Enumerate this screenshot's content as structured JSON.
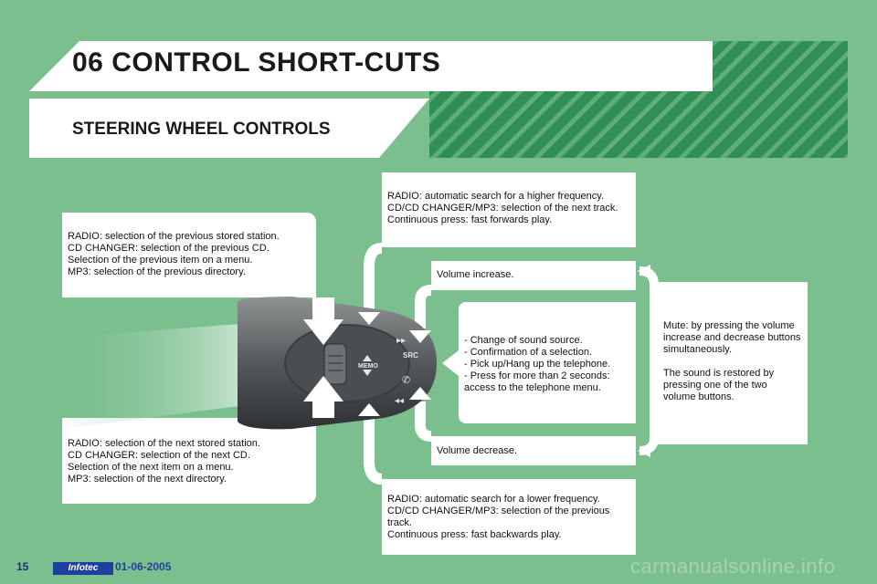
{
  "header": {
    "title": "06 CONTROL SHORT-CUTS",
    "subtitle": "STEERING WHEEL CONTROLS"
  },
  "callouts": {
    "top_left": "RADIO: selection of the previous stored station.\nCD CHANGER: selection of the previous CD.\nSelection of the previous item on a menu.\nMP3: selection of the previous directory.",
    "bottom_left": "RADIO: selection of the next stored station.\nCD CHANGER: selection of the next CD.\nSelection of the next item on a menu.\nMP3: selection of the next directory.",
    "top_right": "RADIO: automatic search for a higher frequency.\nCD/CD CHANGER/MP3: selection of the next track.\nContinuous press: fast forwards play.",
    "volume_up": "Volume increase.",
    "middle": "- Change of sound source.\n- Confirmation of a selection.\n- Pick up/Hang up the telephone.\n- Press for more than 2 seconds:\n     access to the telephone menu.",
    "volume_down": "Volume decrease.",
    "bottom_right": "RADIO: automatic search for a lower frequency.\nCD/CD CHANGER/MP3: selection of the previous track.\nContinuous press: fast backwards play.",
    "mute": "Mute: by pressing the volume increase and decrease buttons simultaneously.\n\nThe sound is restored by pressing one of the two volume buttons."
  },
  "control": {
    "memo_label": "MEMO",
    "src_label": "SRC"
  },
  "footer": {
    "page_number": "15",
    "badge": "Infotec",
    "date": "01-06-2005",
    "watermark": "carmanualsonline.info"
  }
}
